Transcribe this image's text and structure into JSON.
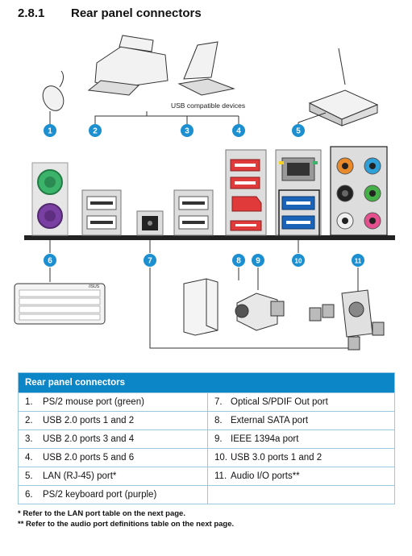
{
  "section": {
    "number": "2.8.1",
    "title": "Rear panel connectors"
  },
  "diagram": {
    "usb_label": "USB compatible devices",
    "callouts": [
      "1",
      "2",
      "3",
      "4",
      "5",
      "6",
      "7",
      "8",
      "9",
      "10",
      "11"
    ],
    "colors": {
      "callout": "#1b8fd0",
      "mouse_port": "#3bb36a",
      "keyboard_port": "#7a3fa2",
      "esata": "#e03a3a",
      "usb3": "#1a63b8",
      "audio_orange": "#e88a2a",
      "audio_blue": "#2f9fd8",
      "audio_green": "#45b048",
      "audio_pink": "#e5508e"
    }
  },
  "table": {
    "title": "Rear panel connectors",
    "rows": [
      {
        "left_num": "1.",
        "left": "PS/2 mouse port (green)",
        "right_num": "7.",
        "right": "Optical S/PDIF Out port"
      },
      {
        "left_num": "2.",
        "left": "USB 2.0 ports 1 and 2",
        "right_num": "8.",
        "right": "External SATA port"
      },
      {
        "left_num": "3.",
        "left": "USB 2.0 ports 3 and 4",
        "right_num": "9.",
        "right": "IEEE 1394a port"
      },
      {
        "left_num": "4.",
        "left": "USB 2.0 ports 5 and 6",
        "right_num": "10.",
        "right": "USB 3.0 ports 1 and 2"
      },
      {
        "left_num": "5.",
        "left": "LAN (RJ-45) port*",
        "right_num": "11.",
        "right": "Audio I/O ports**"
      },
      {
        "left_num": "6.",
        "left": "PS/2 keyboard port (purple)",
        "right_num": "",
        "right": ""
      }
    ]
  },
  "notes": [
    "* Refer to the LAN port table on the next page.",
    "** Refer to the audio port definitions table on the next page."
  ]
}
